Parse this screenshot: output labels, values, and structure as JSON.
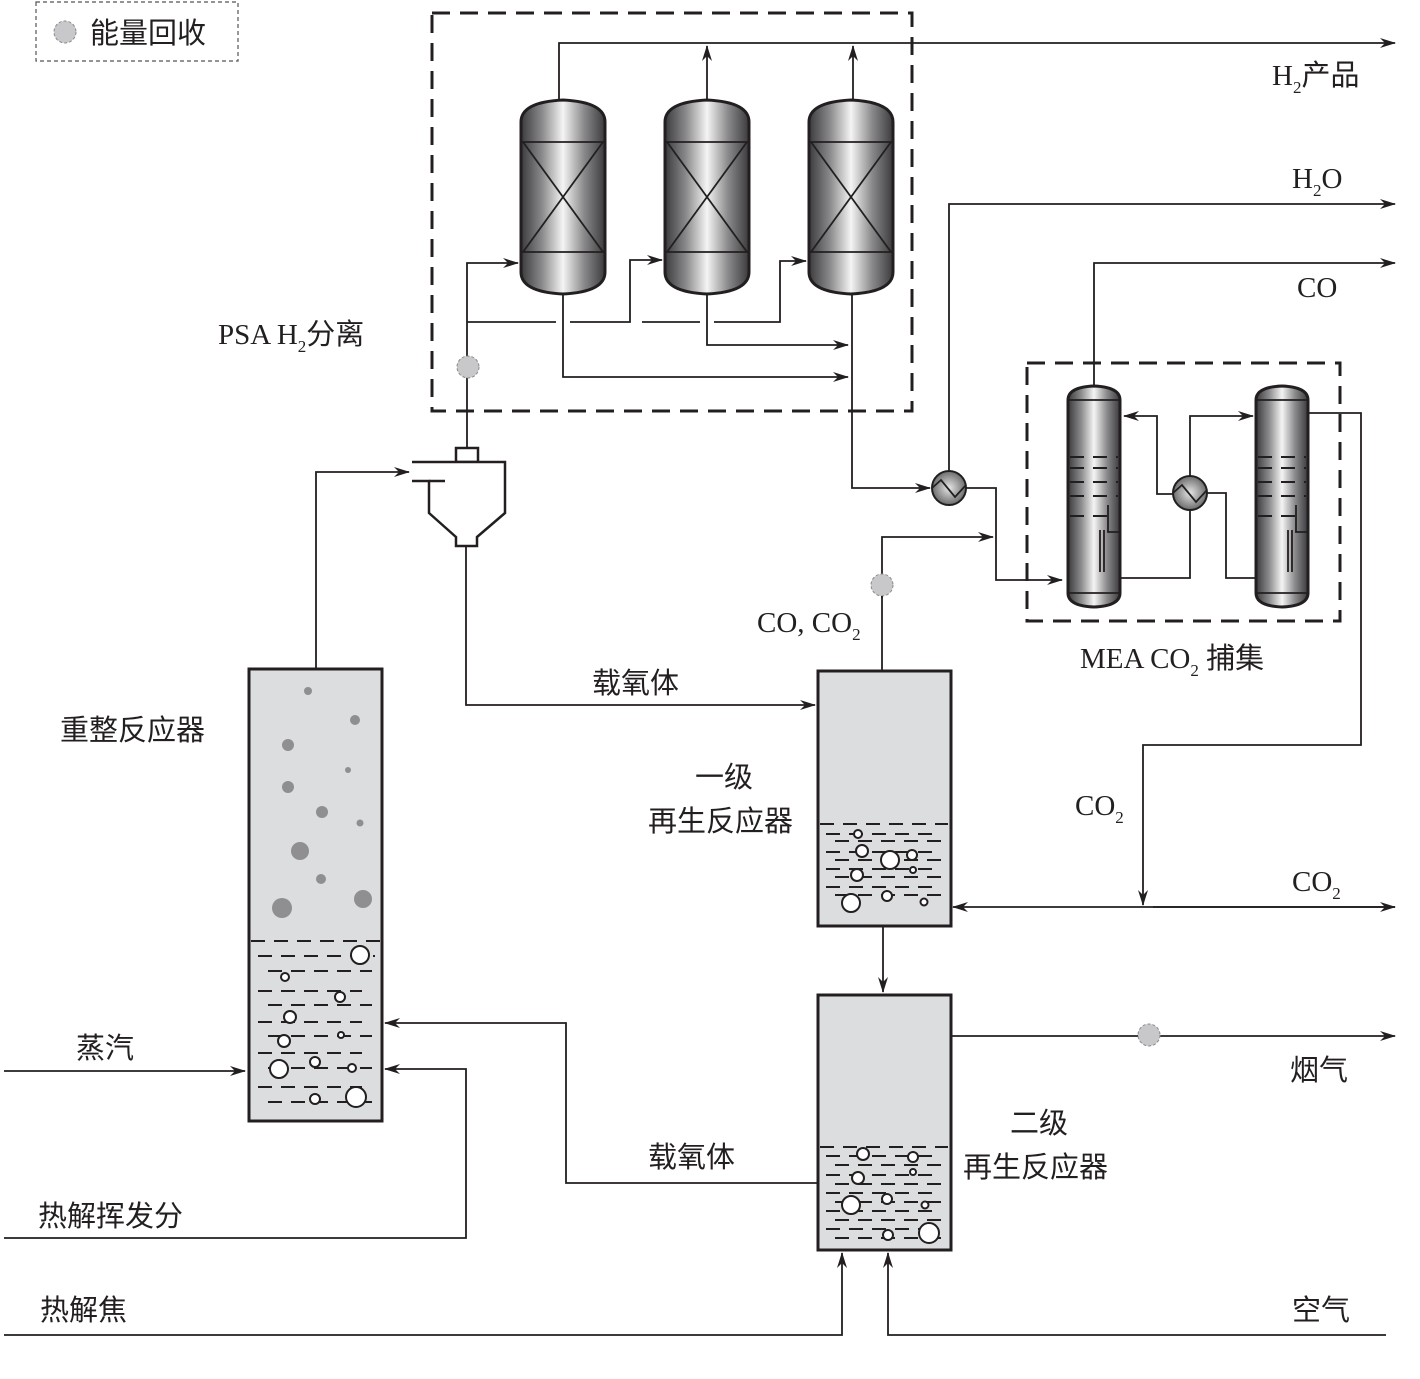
{
  "legend": {
    "icon": "energy-recovery-dot-icon",
    "label": "能量回收"
  },
  "units": {
    "psa": {
      "label_prefix": "PSA H",
      "label_sub": "2",
      "label_suffix": "分离"
    },
    "mea": {
      "label_prefix": "MEA CO",
      "label_sub": "2",
      "label_suffix": " 捕集"
    },
    "reformer": {
      "label": "重整反应器"
    },
    "regen1": {
      "label_line1": "一级",
      "label_line2": "再生反应器"
    },
    "regen2": {
      "label_line1": "二级",
      "label_line2": "再生反应器"
    }
  },
  "streams": {
    "h2_product": {
      "prefix": "H",
      "sub": "2",
      "suffix": "产品"
    },
    "h2o": {
      "prefix": "H",
      "sub": "2",
      "suffix": "O"
    },
    "co": {
      "label": "CO"
    },
    "co_co2": {
      "prefix": "CO, CO",
      "sub": "2"
    },
    "co2_recycle": {
      "prefix": "CO",
      "sub": "2"
    },
    "co2_out": {
      "prefix": "CO",
      "sub": "2"
    },
    "flue_gas": {
      "label": "烟气"
    },
    "oxygen_carrier_1": {
      "label": "载氧体"
    },
    "oxygen_carrier_2": {
      "label": "载氧体"
    },
    "steam": {
      "label": "蒸汽"
    },
    "pyrolysis_volatiles": {
      "label": "热解挥发分"
    },
    "pyrolysis_char": {
      "label": "热解焦"
    },
    "air": {
      "label": "空气"
    }
  },
  "colors": {
    "line": "#231f20",
    "vessel_fill": "#dcdddf",
    "particle": "#8f8f91",
    "recovery_dot": "#c8c8ca"
  }
}
